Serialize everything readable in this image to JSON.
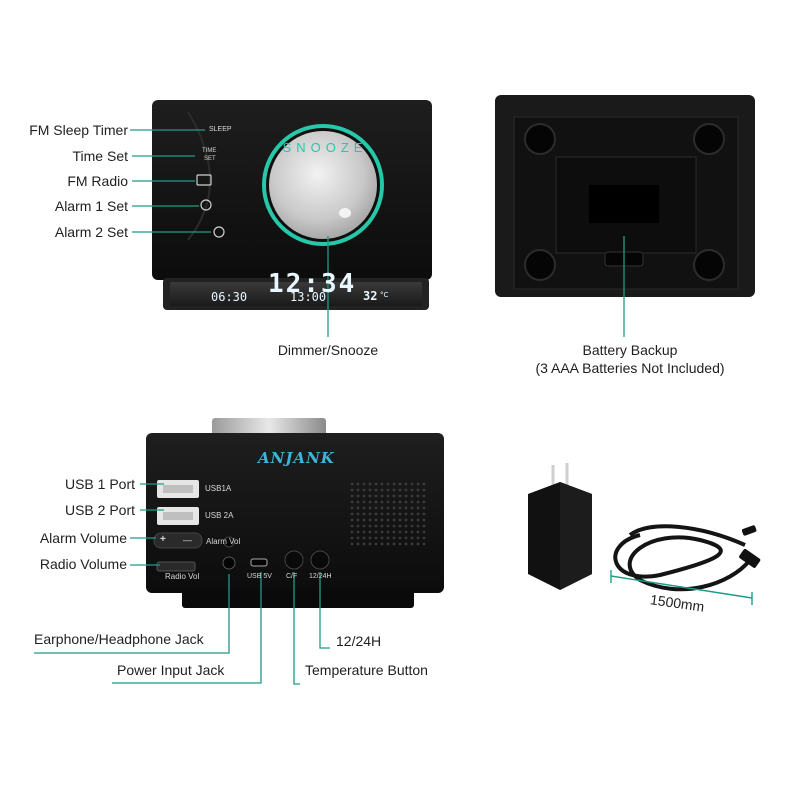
{
  "front": {
    "callouts": {
      "sleep_timer": "FM Sleep Timer",
      "time_set": "Time Set",
      "fm_radio": "FM Radio",
      "alarm1": "Alarm 1 Set",
      "alarm2": "Alarm 2 Set",
      "dimmer": "Dimmer/Snooze"
    },
    "buttons": {
      "sleep": "SLEEP",
      "time": "TIME",
      "set": "SET"
    },
    "knob_text": "SNOOZE",
    "display": {
      "main_time": "12:34",
      "alarm1_time": "06:30",
      "alarm2_time": "13:00",
      "temperature": "32",
      "temp_unit": "°C"
    }
  },
  "bottom": {
    "callout_line1": "Battery Backup",
    "callout_line2": "(3 AAA Batteries Not Included)"
  },
  "back": {
    "brand": "ANJANK",
    "callouts": {
      "usb1": "USB 1 Port",
      "usb2": "USB 2 Port",
      "alarm_volume": "Alarm Volume",
      "radio_volume": "Radio Volume",
      "earphone": "Earphone/Headphone Jack",
      "power": "Power Input Jack",
      "h1224": "12/24H",
      "temp_button": "Temperature Button"
    },
    "panel_labels": {
      "usb1a": "USB1A",
      "usb2a": "USB 2A",
      "alarm_vol": "Alarm Vol",
      "radio_vol": "Radio Vol",
      "usb5v": "USB 5V",
      "cf": "C/F",
      "h1224": "12/24H",
      "plus": "+",
      "minus": "—"
    }
  },
  "accessory": {
    "cable_length": "1500mm"
  },
  "colors": {
    "accent": "#1f9c86",
    "device": "#151515",
    "panel_text": "#d8d8d8",
    "brand": "#3bb6d8"
  }
}
